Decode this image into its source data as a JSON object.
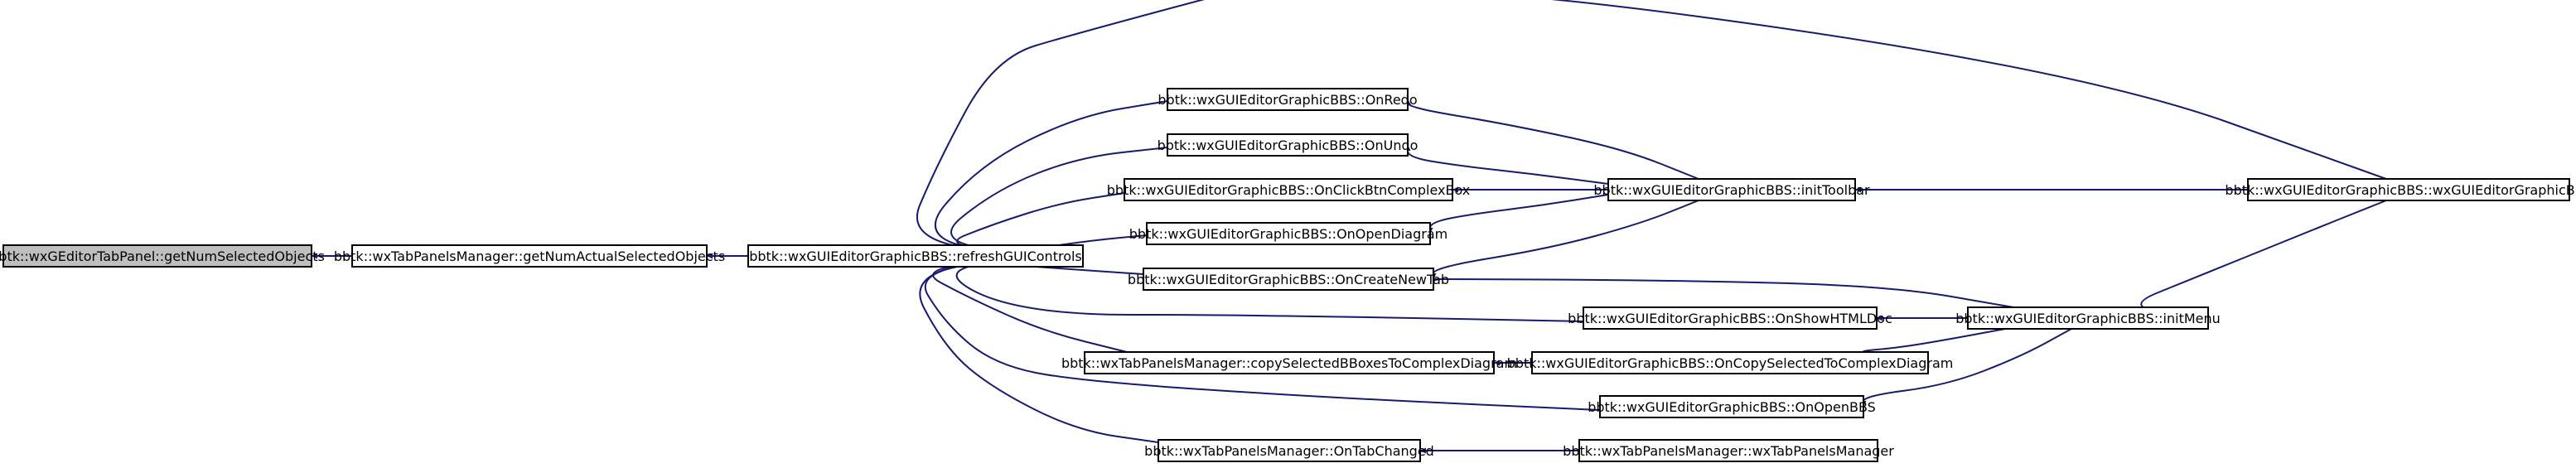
{
  "graph": {
    "nodes": [
      {
        "id": "n0",
        "label": "bbtk::wxGEditorTabPanel::getNumSelectedObjects"
      },
      {
        "id": "n1",
        "label": "bbtk::wxTabPanelsManager::getNumActualSelectedObjects"
      },
      {
        "id": "n2",
        "label": "bbtk::wxGUIEditorGraphicBBS::refreshGUIControls"
      },
      {
        "id": "n3",
        "label": "bbtk::wxGUIEditorGraphicBBS::OnRedo"
      },
      {
        "id": "n4",
        "label": "bbtk::wxGUIEditorGraphicBBS::OnUndo"
      },
      {
        "id": "n5",
        "label": "bbtk::wxGUIEditorGraphicBBS::OnClickBtnComplexBox"
      },
      {
        "id": "n6",
        "label": "bbtk::wxGUIEditorGraphicBBS::OnOpenDiagram"
      },
      {
        "id": "n7",
        "label": "bbtk::wxGUIEditorGraphicBBS::OnCreateNewTab"
      },
      {
        "id": "n8",
        "label": "bbtk::wxGUIEditorGraphicBBS::OnShowHTMLDoc"
      },
      {
        "id": "n9",
        "label": "bbtk::wxTabPanelsManager::copySelectedBBoxesToComplexDiagram"
      },
      {
        "id": "n10",
        "label": "bbtk::wxGUIEditorGraphicBBS::OnCopySelectedToComplexDiagram"
      },
      {
        "id": "n11",
        "label": "bbtk::wxGUIEditorGraphicBBS::OnOpenBBS"
      },
      {
        "id": "n12",
        "label": "bbtk::wxTabPanelsManager::OnTabChanged"
      },
      {
        "id": "n13",
        "label": "bbtk::wxTabPanelsManager::wxTabPanelsManager"
      },
      {
        "id": "n14",
        "label": "bbtk::wxGUIEditorGraphicBBS::initToolbar"
      },
      {
        "id": "n15",
        "label": "bbtk::wxGUIEditorGraphicBBS::initMenu"
      },
      {
        "id": "n16",
        "label": "bbtk::wxGUIEditorGraphicBBS::wxGUIEditorGraphicBBS"
      }
    ],
    "edges": [
      {
        "from": "n1",
        "to": "n0"
      },
      {
        "from": "n2",
        "to": "n1"
      },
      {
        "from": "n3",
        "to": "n2"
      },
      {
        "from": "n4",
        "to": "n2"
      },
      {
        "from": "n5",
        "to": "n2"
      },
      {
        "from": "n6",
        "to": "n2"
      },
      {
        "from": "n7",
        "to": "n2"
      },
      {
        "from": "n8",
        "to": "n2"
      },
      {
        "from": "n9",
        "to": "n2"
      },
      {
        "from": "n11",
        "to": "n2"
      },
      {
        "from": "n12",
        "to": "n2"
      },
      {
        "from": "n16",
        "to": "n2"
      },
      {
        "from": "n14",
        "to": "n3"
      },
      {
        "from": "n14",
        "to": "n4"
      },
      {
        "from": "n14",
        "to": "n5"
      },
      {
        "from": "n14",
        "to": "n6"
      },
      {
        "from": "n14",
        "to": "n7"
      },
      {
        "from": "n15",
        "to": "n7"
      },
      {
        "from": "n15",
        "to": "n8"
      },
      {
        "from": "n15",
        "to": "n10"
      },
      {
        "from": "n15",
        "to": "n11"
      },
      {
        "from": "n10",
        "to": "n9"
      },
      {
        "from": "n13",
        "to": "n12"
      },
      {
        "from": "n16",
        "to": "n14"
      },
      {
        "from": "n16",
        "to": "n15"
      }
    ]
  }
}
